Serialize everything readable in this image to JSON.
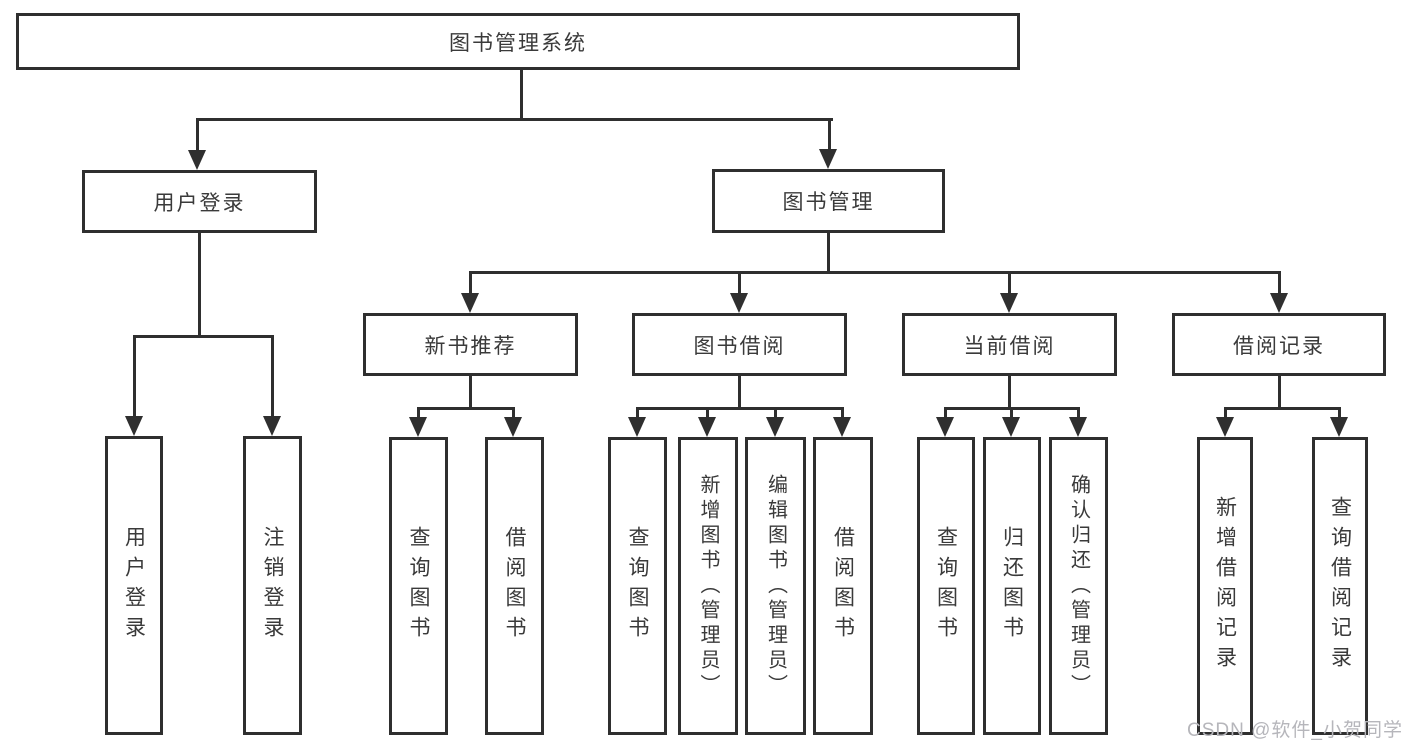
{
  "diagram": {
    "root": {
      "label": "图书管理系统"
    },
    "branches": [
      {
        "label": "用户登录",
        "children": [
          {
            "label": "用户登录"
          },
          {
            "label": "注销登录"
          }
        ]
      },
      {
        "label": "图书管理",
        "children": [
          {
            "label": "新书推荐",
            "children": [
              {
                "label": "查询图书"
              },
              {
                "label": "借阅图书"
              }
            ]
          },
          {
            "label": "图书借阅",
            "children": [
              {
                "label": "查询图书"
              },
              {
                "label": "新增图书（管理员）"
              },
              {
                "label": "编辑图书（管理员）"
              },
              {
                "label": "借阅图书"
              }
            ]
          },
          {
            "label": "当前借阅",
            "children": [
              {
                "label": "查询图书"
              },
              {
                "label": "归还图书"
              },
              {
                "label": "确认归还（管理员）"
              }
            ]
          },
          {
            "label": "借阅记录",
            "children": [
              {
                "label": "新增借阅记录"
              },
              {
                "label": "查询借阅记录"
              }
            ]
          }
        ]
      }
    ]
  },
  "watermark": "CSDN @软件_小贺同学",
  "colors": {
    "line": "#2f2f2f",
    "text": "#3a3a3a",
    "watermark": "#b6b6bb",
    "background": "#ffffff"
  }
}
